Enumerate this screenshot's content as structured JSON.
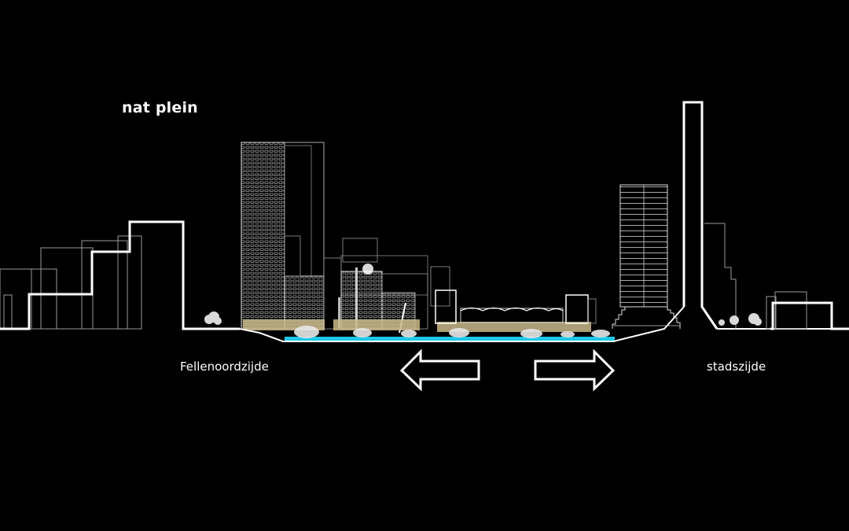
{
  "title": "nat plein",
  "labels": {
    "left": "Fellenoordzijde",
    "right": "stadszijde"
  },
  "colors": {
    "background": "#000000",
    "line": "#ffffff",
    "thin_line": "#bfbfbf",
    "water": "#1ec8e6",
    "plaza": "#c9b98a"
  }
}
